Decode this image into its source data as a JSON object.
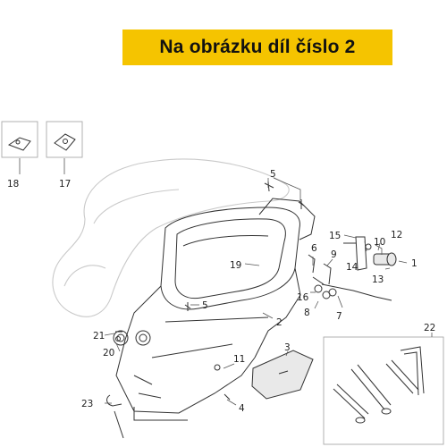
{
  "banner": {
    "text": "Na obrázku díl číslo 2",
    "color": "#f5c400"
  },
  "callouts": [
    {
      "id": "c1",
      "text": "1"
    },
    {
      "id": "c2",
      "text": "2"
    },
    {
      "id": "c3",
      "text": "3"
    },
    {
      "id": "c4",
      "text": "4"
    },
    {
      "id": "c5a",
      "text": "5"
    },
    {
      "id": "c5b",
      "text": "5"
    },
    {
      "id": "c6",
      "text": "6"
    },
    {
      "id": "c7",
      "text": "7"
    },
    {
      "id": "c8",
      "text": "8"
    },
    {
      "id": "c9",
      "text": "9"
    },
    {
      "id": "c10",
      "text": "10"
    },
    {
      "id": "c11",
      "text": "11"
    },
    {
      "id": "c12",
      "text": "12"
    },
    {
      "id": "c13",
      "text": "13"
    },
    {
      "id": "c14",
      "text": "14"
    },
    {
      "id": "c15",
      "text": "15"
    },
    {
      "id": "c16",
      "text": "16"
    },
    {
      "id": "c17",
      "text": "17"
    },
    {
      "id": "c18",
      "text": "18"
    },
    {
      "id": "c19",
      "text": "19"
    },
    {
      "id": "c20",
      "text": "20"
    },
    {
      "id": "c21",
      "text": "21"
    },
    {
      "id": "c22",
      "text": "22"
    },
    {
      "id": "c23",
      "text": "23"
    }
  ]
}
